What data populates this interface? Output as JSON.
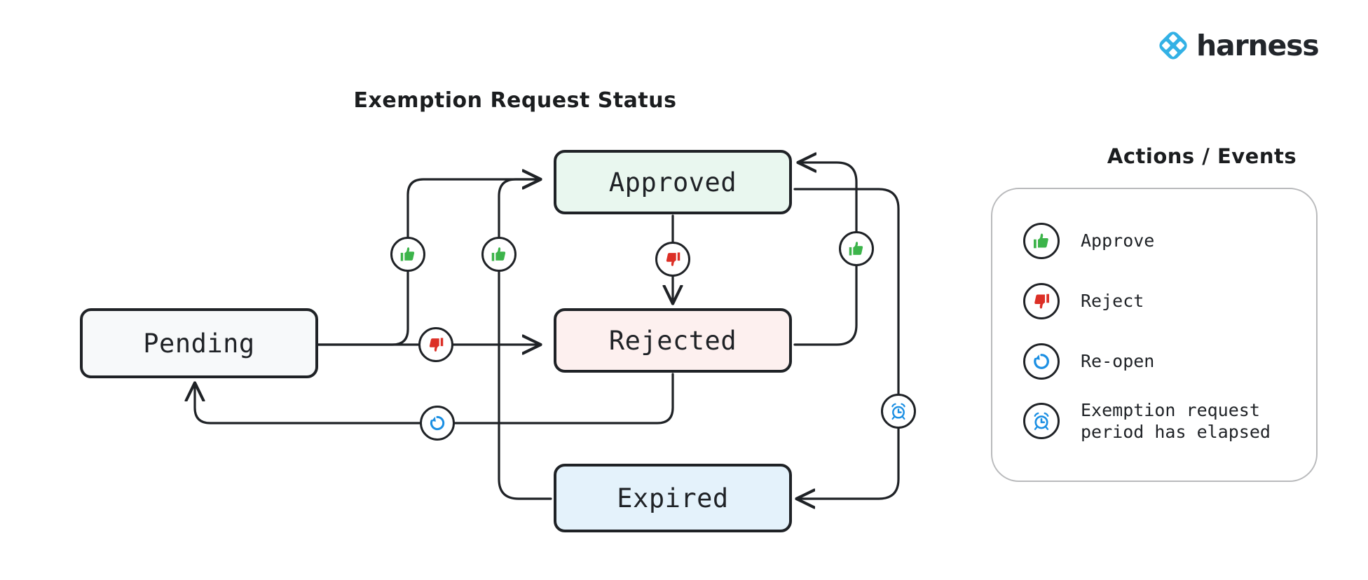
{
  "brand": {
    "name": "harness",
    "logo_icon": "harness-diamond-logo",
    "logo_color": "#33b1e5",
    "wordmark_color": "#22262b"
  },
  "diagram": {
    "title": "Exemption Request Status",
    "type": "state-machine",
    "nodes": [
      {
        "id": "pending",
        "label": "Pending",
        "fill": "#f7f9fa",
        "stroke": "#1f2226"
      },
      {
        "id": "approved",
        "label": "Approved",
        "fill": "#e9f7ef",
        "stroke": "#1f2226"
      },
      {
        "id": "rejected",
        "label": "Rejected",
        "fill": "#fdf0ef",
        "stroke": "#1f2226"
      },
      {
        "id": "expired",
        "label": "Expired",
        "fill": "#e4f2fb",
        "stroke": "#1f2226"
      }
    ],
    "transitions": [
      {
        "from": "pending",
        "to": "approved",
        "action": "approve",
        "icon": "thumbs-up-icon"
      },
      {
        "from": "pending",
        "to": "rejected",
        "action": "reject",
        "icon": "thumbs-down-icon"
      },
      {
        "from": "approved",
        "to": "rejected",
        "action": "reject",
        "icon": "thumbs-down-icon"
      },
      {
        "from": "rejected",
        "to": "approved",
        "action": "approve",
        "icon": "thumbs-up-icon"
      },
      {
        "from": "expired",
        "to": "approved",
        "action": "approve",
        "icon": "thumbs-up-icon"
      },
      {
        "from": "approved",
        "to": "expired",
        "action": "exemption-period-elapsed",
        "icon": "alarm-clock-icon"
      },
      {
        "from": "rejected",
        "to": "pending",
        "action": "re-open",
        "icon": "reopen-icon"
      }
    ]
  },
  "legend": {
    "title": "Actions / Events",
    "items": [
      {
        "icon": "thumbs-up-icon",
        "label": "Approve",
        "color": "#3cb44a"
      },
      {
        "icon": "thumbs-down-icon",
        "label": "Reject",
        "color": "#dc2f26"
      },
      {
        "icon": "reopen-icon",
        "label": "Re-open",
        "color": "#1b8fe3"
      },
      {
        "icon": "alarm-clock-icon",
        "label": "Exemption request\nperiod has elapsed",
        "color": "#1b8fe3"
      }
    ]
  },
  "palette": {
    "stroke": "#1f2226",
    "green": "#3cb44a",
    "red": "#dc2f26",
    "blue": "#1b8fe3",
    "panel_border": "#b9babc"
  }
}
